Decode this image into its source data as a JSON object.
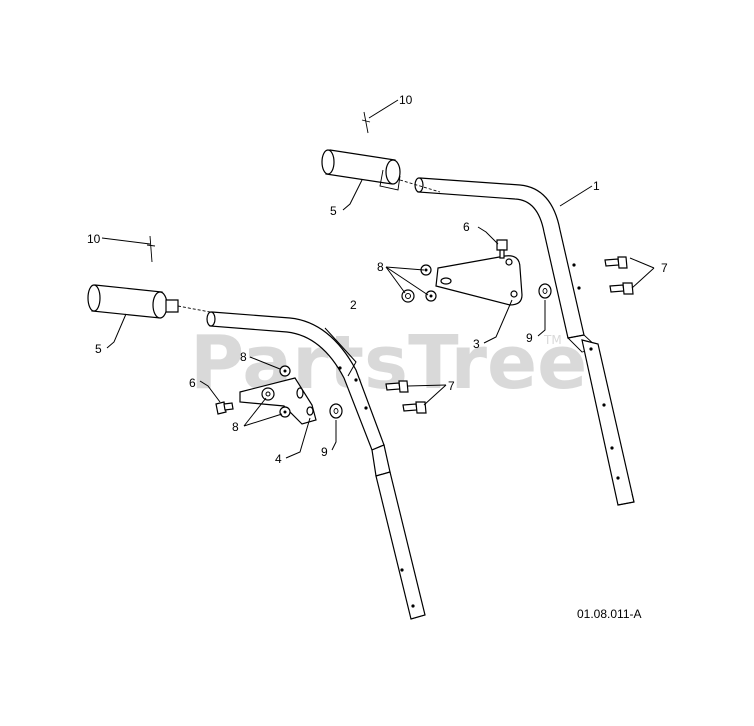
{
  "watermark": {
    "brand": "PartsTree",
    "trademark": "TM"
  },
  "figure_code": "01.08.011-A",
  "callouts": {
    "upper_handle_right": "1",
    "upper_handle_left": "2",
    "bracket_right": "3",
    "bracket_left": "4",
    "grip_right": "5",
    "grip_left": "5",
    "bolt_right": "6",
    "bolt_left": "6",
    "screws_right": "7",
    "screws_left": "7",
    "nuts_right": "8",
    "nut_left_top": "8",
    "nuts_left": "8",
    "washer_right": "9",
    "washer_left": "9",
    "pin_right": "10",
    "pin_left": "10"
  },
  "colors": {
    "line": "#000000",
    "watermark": "#d9d9d9",
    "background": "#ffffff"
  }
}
